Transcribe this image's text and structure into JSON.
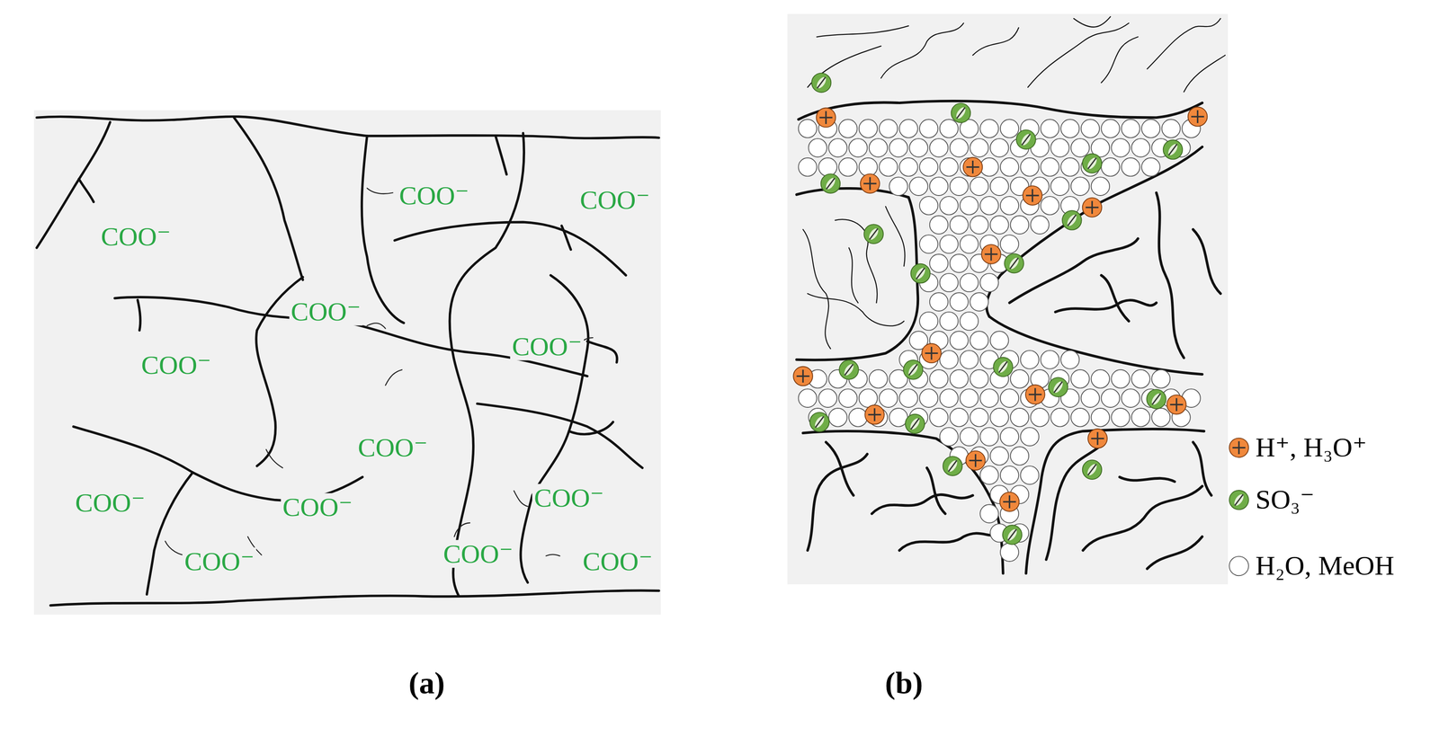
{
  "diagram": {
    "labels": [
      "COO⁻",
      "COO⁻",
      "COO⁻",
      "COO⁻",
      "COO⁻",
      "COO⁻",
      "COO⁻",
      "COO⁻",
      "COO⁻",
      "COO⁻",
      "COO⁻",
      "COO⁻",
      "COO⁻",
      "(a)",
      "(b)"
    ],
    "legend": [
      {
        "text": "H⁺, H₃O⁺",
        "color": "#f0883c"
      },
      {
        "text": "SO₃⁻",
        "color": "#6fad47"
      },
      {
        "text": "H₂O, MeOH",
        "color": "#ffffff"
      }
    ]
  }
}
